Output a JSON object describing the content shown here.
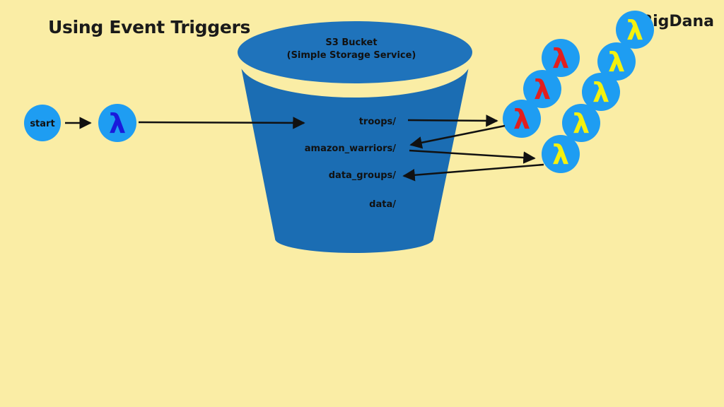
{
  "header": {
    "title": "Using Event Triggers",
    "handle": "@BigDana"
  },
  "bucket": {
    "title_line1": "S3 Bucket",
    "title_line2": "(Simple Storage Service)",
    "folders": [
      "troops/",
      "amazon_warriors/",
      "data_groups/",
      "data/"
    ]
  },
  "start_node": {
    "label": "start"
  },
  "lambda_symbol": "λ",
  "colors": {
    "background": "#faeda5",
    "bucket_body": "#1b6db3",
    "bucket_top": "#1f73bb",
    "node_fill": "#1e9df2",
    "lambda_blue": "#1a1adb",
    "lambda_red": "#e21e1e",
    "lambda_yellow": "#f4f10e",
    "arrow": "#111111"
  },
  "icons": {
    "blue_lambda": "lambda-icon",
    "red_lambdas": "lambda-icon",
    "yellow_lambdas": "lambda-icon"
  }
}
